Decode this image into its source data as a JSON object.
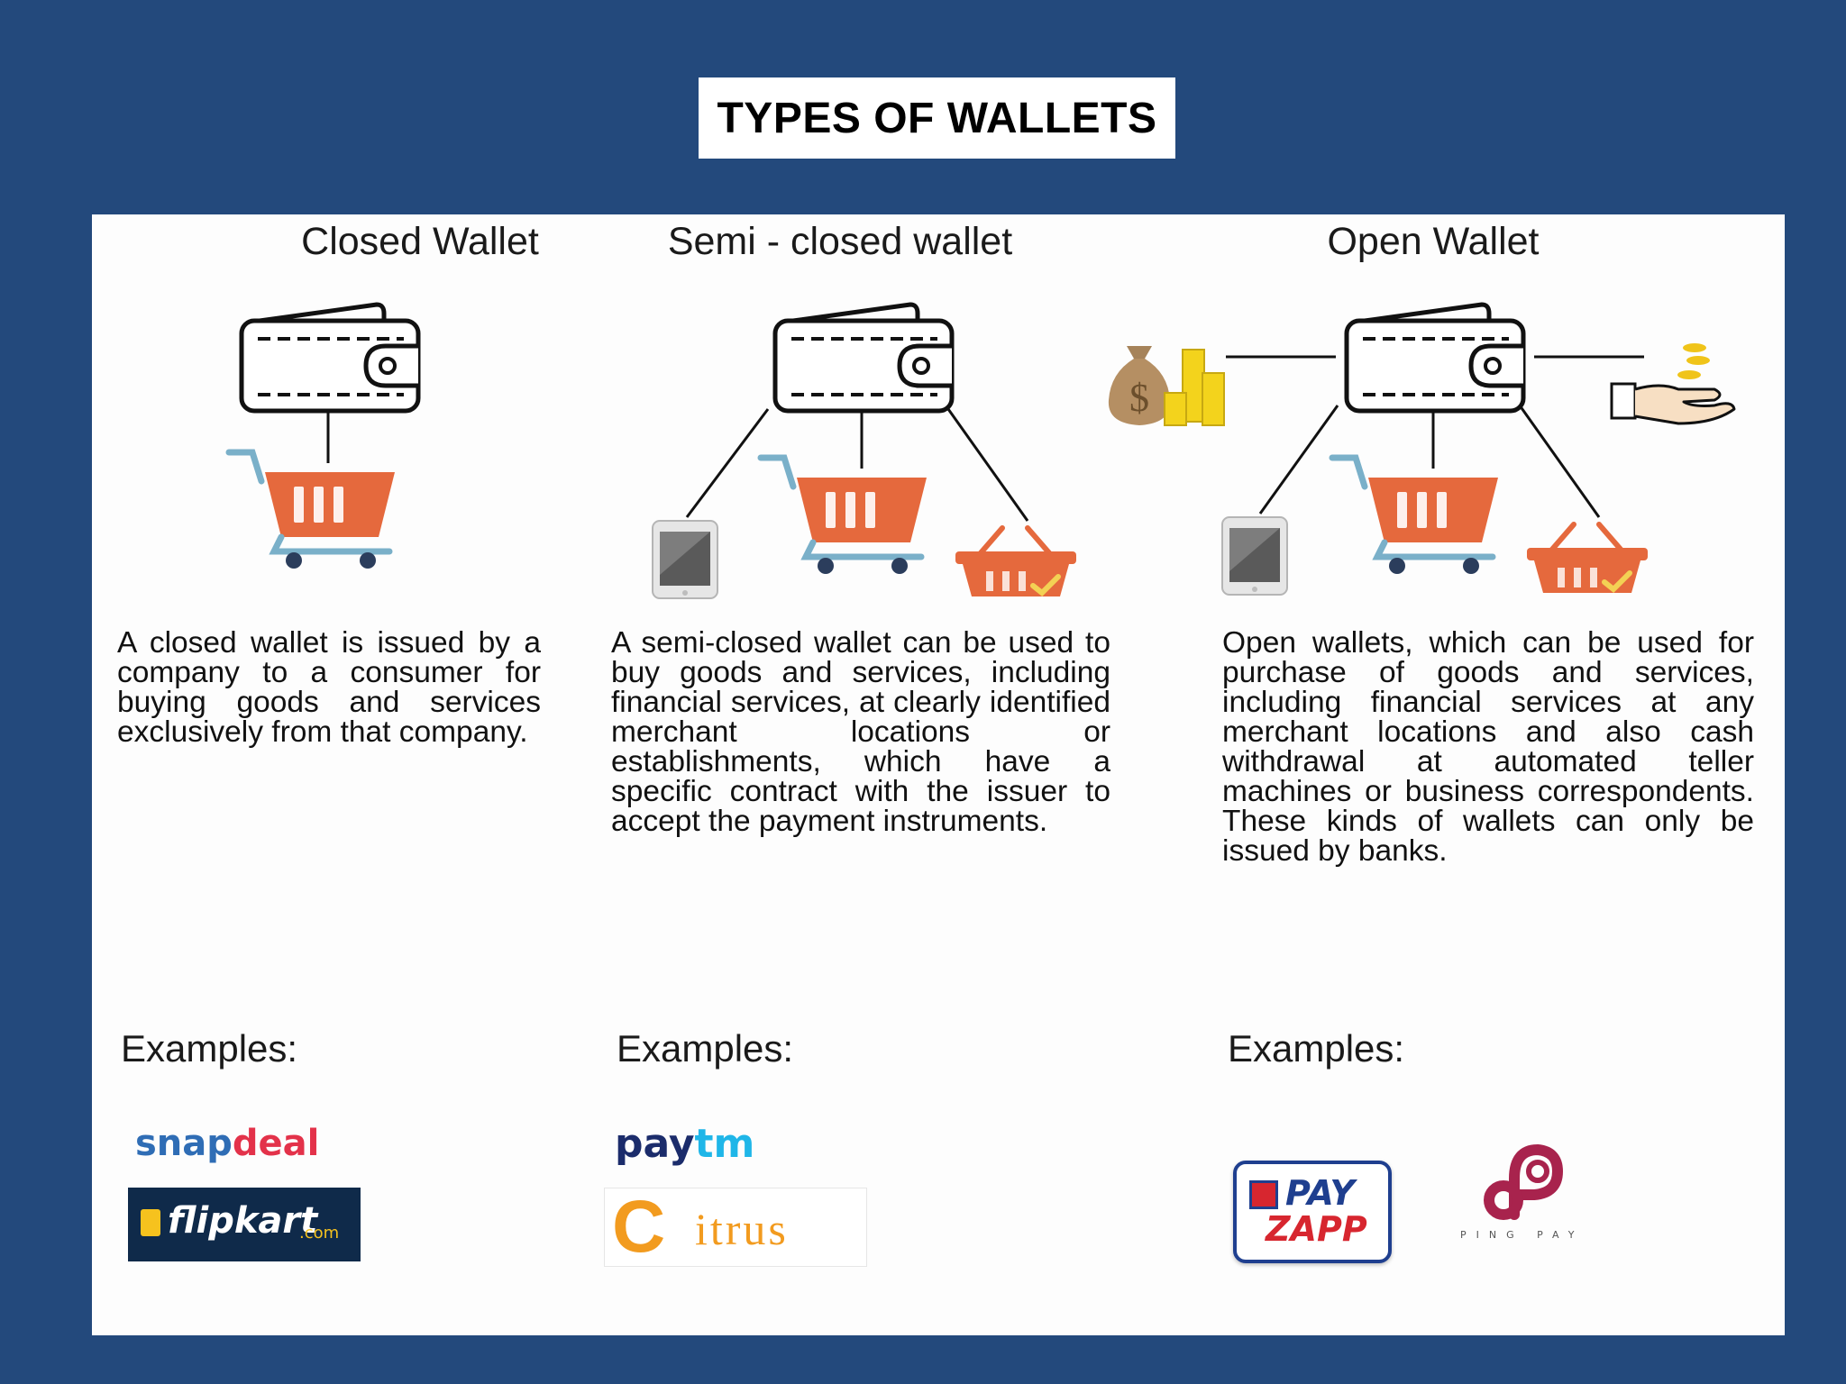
{
  "slide_title": "TYPES OF WALLETS",
  "columns": [
    {
      "heading": "Closed Wallet",
      "description": "A closed wallet is issued by a company to a consumer for buying goods and services exclusively from that company.",
      "examples_label": "Examples:",
      "logos": [
        "snapdeal",
        "flipkart",
        ".com"
      ]
    },
    {
      "heading": "Semi - closed wallet",
      "description": "A semi-closed wallet can be used to buy goods and services, including financial services, at clearly identified merchant locations or establishments, which have a specific contract with the issuer to accept the payment instruments.",
      "examples_label": "Examples:",
      "logos": [
        "paytm",
        "C",
        "itrus"
      ]
    },
    {
      "heading": "Open Wallet",
      "description": "Open wallets, which can be used for purchase of goods and services, including financial services at any merchant locations and also cash withdrawal at automated teller machines or business correspondents. These kinds of wallets can only be issued by banks.",
      "examples_label": "Examples:",
      "logos": [
        "PAY",
        "ZAPP",
        "PING PAY"
      ]
    }
  ],
  "icons": [
    "wallet-icon",
    "shopping-cart-icon",
    "smartphone-icon",
    "shopping-basket-icon",
    "money-bag-icon",
    "coins-icon",
    "hand-with-coins-icon"
  ],
  "colors": {
    "background": "#23497c",
    "panel": "#fdfdfd",
    "cart_orange": "#e5693d",
    "cart_frame": "#7ab0c9",
    "snapdeal_blue": "#2f6db5",
    "snapdeal_red": "#e3324a",
    "flipkart_bg": "#0f2a4a",
    "flipkart_yellow": "#f6c21e",
    "paytm_navy": "#1b2c6b",
    "paytm_cyan": "#1fb6e8",
    "citrus_orange": "#f29b1f",
    "payzapp_red": "#d7262f",
    "payzapp_blue": "#1f3f8f",
    "pingpay_magenta": "#a8234d"
  }
}
